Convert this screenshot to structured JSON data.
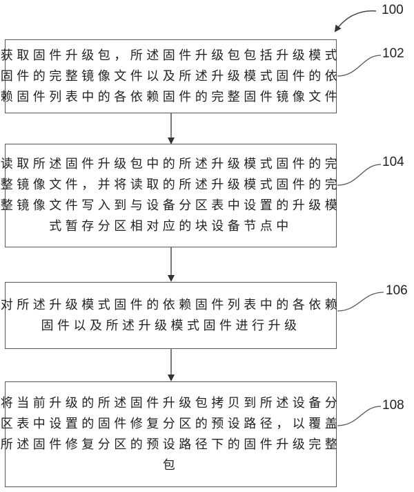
{
  "figure_ref": "100",
  "steps": [
    {
      "ref": "102",
      "lines": [
        "获取固件升级包，所述固件升级包包括升级模式",
        "固件的完整镜像文件以及所述升级模式固件的依",
        "赖固件列表中的各依赖固件的完整固件镜像文件"
      ]
    },
    {
      "ref": "104",
      "lines": [
        "读取所述固件升级包中的所述升级模式固件的完",
        "整镜像文件，并将读取的所述升级模式固件的完",
        "整镜像文件写入到与设备分区表中设置的升级模",
        "式暂存分区相对应的块设备节点中"
      ]
    },
    {
      "ref": "106",
      "lines": [
        "对所述升级模式固件的依赖固件列表中的各依赖",
        "固件以及所述升级模式固件进行升级"
      ]
    },
    {
      "ref": "108",
      "lines": [
        "将当前升级的所述固件升级包拷贝到所述设备分",
        "区表中设置的固件修复分区的预设路径，以覆盖",
        "所述固件修复分区的预设路径下的固件升级完整",
        "包"
      ]
    }
  ]
}
